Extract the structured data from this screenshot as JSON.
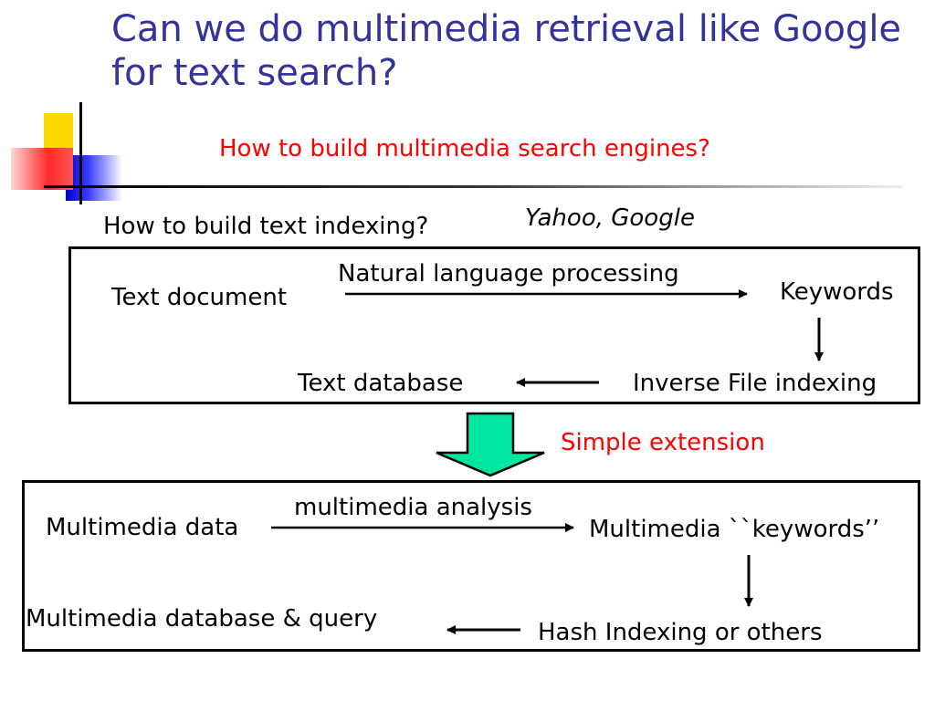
{
  "slide": {
    "title": "Can we do multimedia retrieval like Google for text search?",
    "subtitle": "How to build multimedia search engines?",
    "text_question": "How to build text indexing?",
    "examples": "Yahoo, Google",
    "extension_label": "Simple extension"
  },
  "text_box": {
    "input": "Text document",
    "process": "Natural language processing",
    "output": "Keywords",
    "indexing": "Inverse File indexing",
    "database": "Text database"
  },
  "multimedia_box": {
    "input": "Multimedia data",
    "process": "multimedia analysis",
    "output": "Multimedia ``keywords’’",
    "indexing": "Hash Indexing or others",
    "database": "Multimedia database & query"
  },
  "colors": {
    "title": "#33339a",
    "highlight": "#ff0000",
    "extension_arrow": "#00e6a0"
  }
}
